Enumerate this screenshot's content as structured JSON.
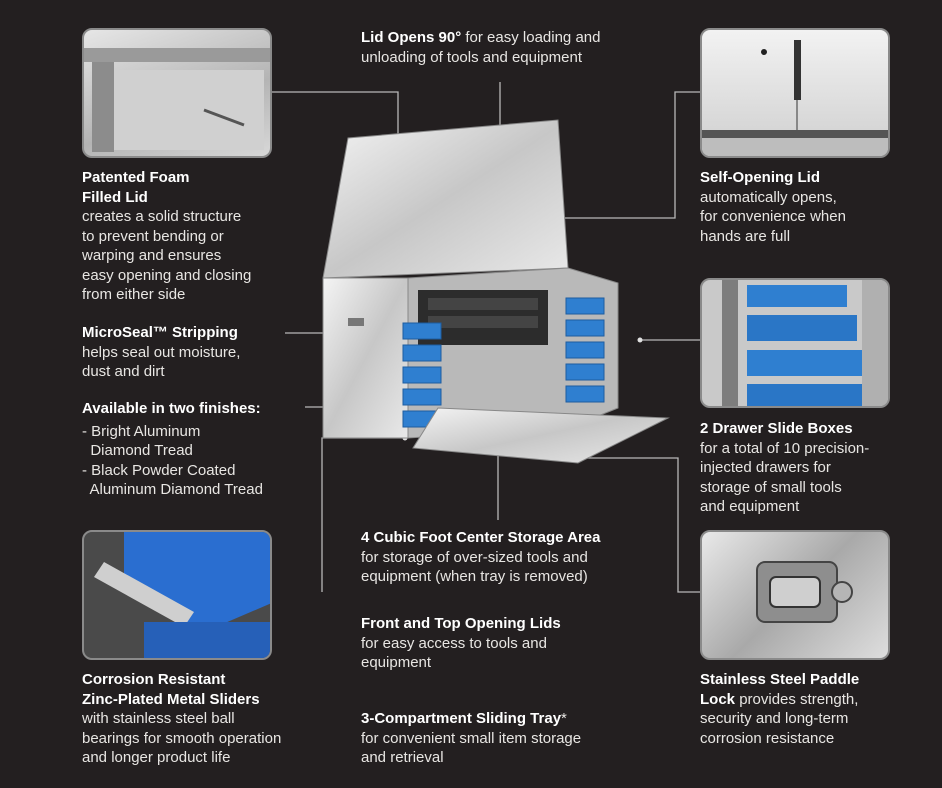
{
  "features": {
    "lid_opens": {
      "title": "Lid Opens 90°",
      "text": "for easy loading and",
      "text2": "unloading of tools and equipment"
    },
    "foam_lid": {
      "title": "Patented Foam\nFilled Lid",
      "text": "creates a solid structure\nto prevent bending or\nwarping and ensures\neasy opening and closing\nfrom either side"
    },
    "microseal": {
      "title": "MicroSeal™ Stripping",
      "text": "helps seal out moisture,\ndust and dirt"
    },
    "finishes": {
      "title": "Available in two finishes:",
      "items": [
        "- Bright Aluminum\n  Diamond Tread",
        "- Black Powder Coated\n  Aluminum Diamond Tread"
      ]
    },
    "sliders": {
      "title": "Corrosion Resistant\nZinc-Plated Metal Sliders",
      "text": "with stainless steel ball\nbearings for smooth operation\nand longer product life"
    },
    "self_opening": {
      "title": "Self-Opening Lid",
      "text": "automatically opens,\nfor convenience when\nhands are full"
    },
    "drawers": {
      "title": "2 Drawer Slide Boxes",
      "text": "for a total of 10 precision-\ninjected drawers for\nstorage of small tools\nand equipment"
    },
    "paddle_lock": {
      "title": "Stainless Steel Paddle\nLock",
      "text": "provides strength,",
      "text2": "security and long-term\ncorrosion resistance"
    },
    "center_storage": {
      "title": "4 Cubic Foot Center Storage Area",
      "text": "for storage of over-sized tools and\nequipment (when tray is removed)"
    },
    "front_top": {
      "title": "Front and Top Opening Lids",
      "text": "for easy access to tools and\nequipment"
    },
    "tray": {
      "title": "3-Compartment Sliding Tray",
      "mark": "*",
      "text": "for convenient small item storage\nand retrieval"
    }
  }
}
